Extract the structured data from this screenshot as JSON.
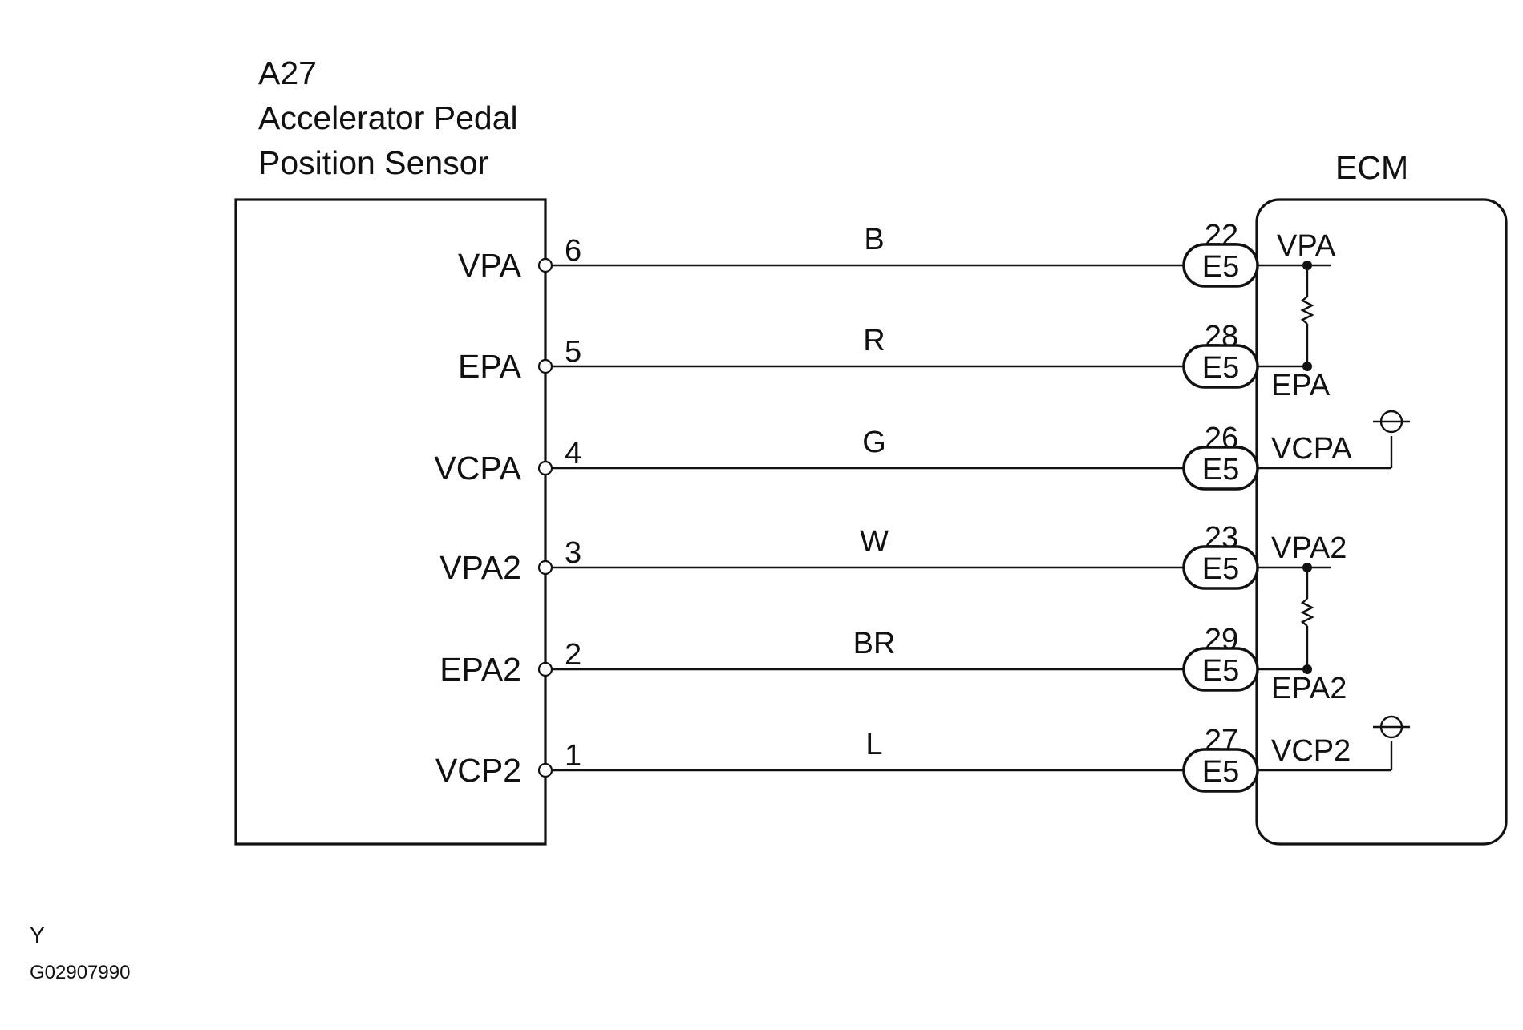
{
  "sensor": {
    "code": "A27",
    "name_line1": "Accelerator Pedal",
    "name_line2": "Position Sensor"
  },
  "ecm": {
    "label": "ECM"
  },
  "circuits": [
    {
      "sensor_terminal": "VPA",
      "pin": "6",
      "wire_color": "B",
      "ecm_pin": "22",
      "connector": "E5",
      "ecm_terminal": "VPA"
    },
    {
      "sensor_terminal": "EPA",
      "pin": "5",
      "wire_color": "R",
      "ecm_pin": "28",
      "connector": "E5",
      "ecm_terminal": "EPA"
    },
    {
      "sensor_terminal": "VCPA",
      "pin": "4",
      "wire_color": "G",
      "ecm_pin": "26",
      "connector": "E5",
      "ecm_terminal": "VCPA"
    },
    {
      "sensor_terminal": "VPA2",
      "pin": "3",
      "wire_color": "W",
      "ecm_pin": "23",
      "connector": "E5",
      "ecm_terminal": "VPA2"
    },
    {
      "sensor_terminal": "EPA2",
      "pin": "2",
      "wire_color": "BR",
      "ecm_pin": "29",
      "connector": "E5",
      "ecm_terminal": "EPA2"
    },
    {
      "sensor_terminal": "VCP2",
      "pin": "1",
      "wire_color": "L",
      "ecm_pin": "27",
      "connector": "E5",
      "ecm_terminal": "VCP2"
    }
  ],
  "footer": {
    "mark": "Y",
    "figure_id": "G02907990"
  }
}
